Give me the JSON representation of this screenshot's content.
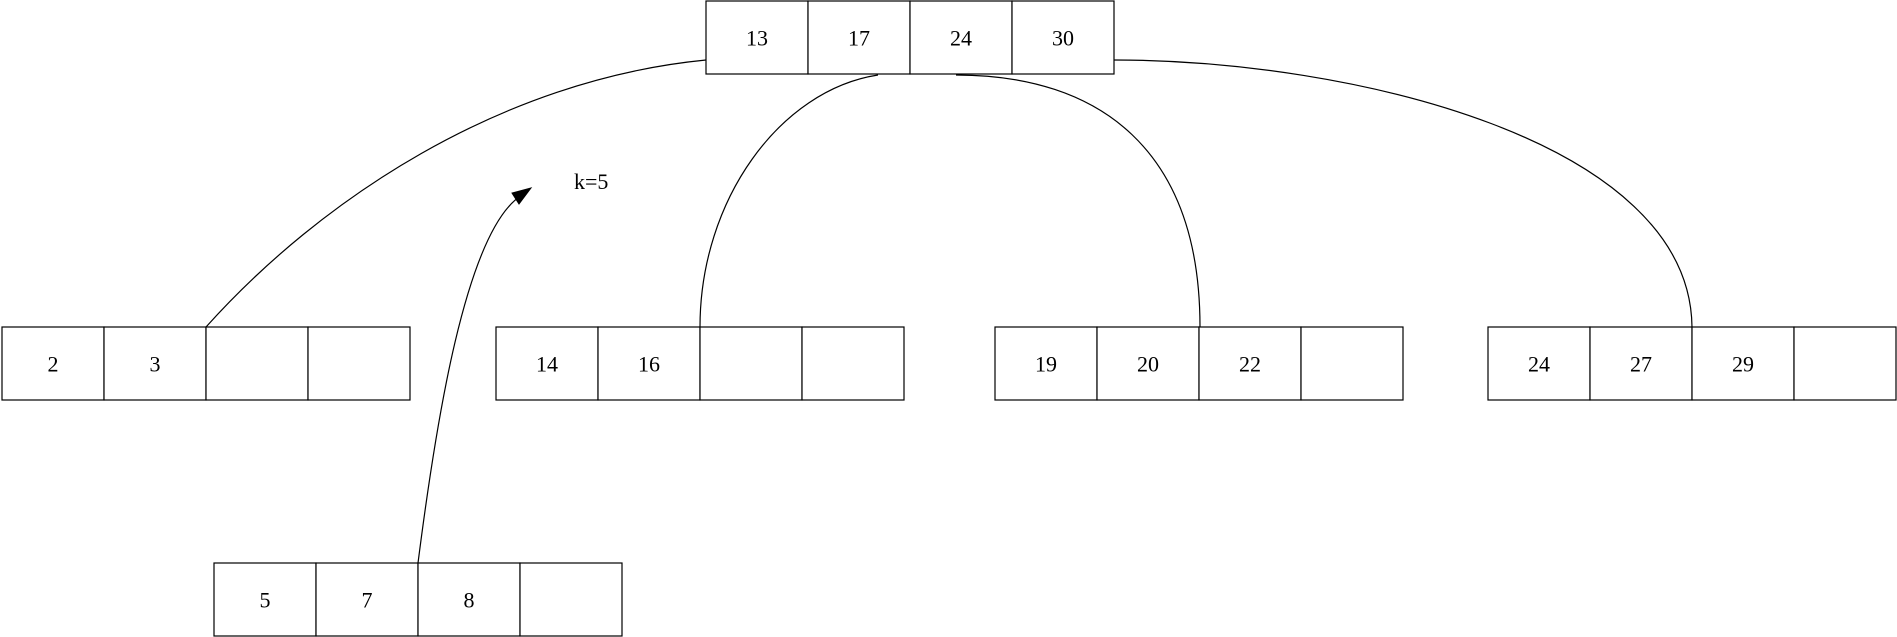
{
  "nodes": {
    "root": {
      "keys": [
        "13",
        "17",
        "24",
        "30"
      ]
    },
    "leaf1": {
      "keys": [
        "2",
        "3",
        "",
        ""
      ]
    },
    "leaf2": {
      "keys": [
        "14",
        "16",
        "",
        ""
      ]
    },
    "leaf3": {
      "keys": [
        "19",
        "20",
        "22",
        ""
      ]
    },
    "leaf4": {
      "keys": [
        "24",
        "27",
        "29",
        ""
      ]
    },
    "new_node": {
      "keys": [
        "5",
        "7",
        "8",
        ""
      ]
    }
  },
  "annotation": {
    "label": "k=5"
  }
}
